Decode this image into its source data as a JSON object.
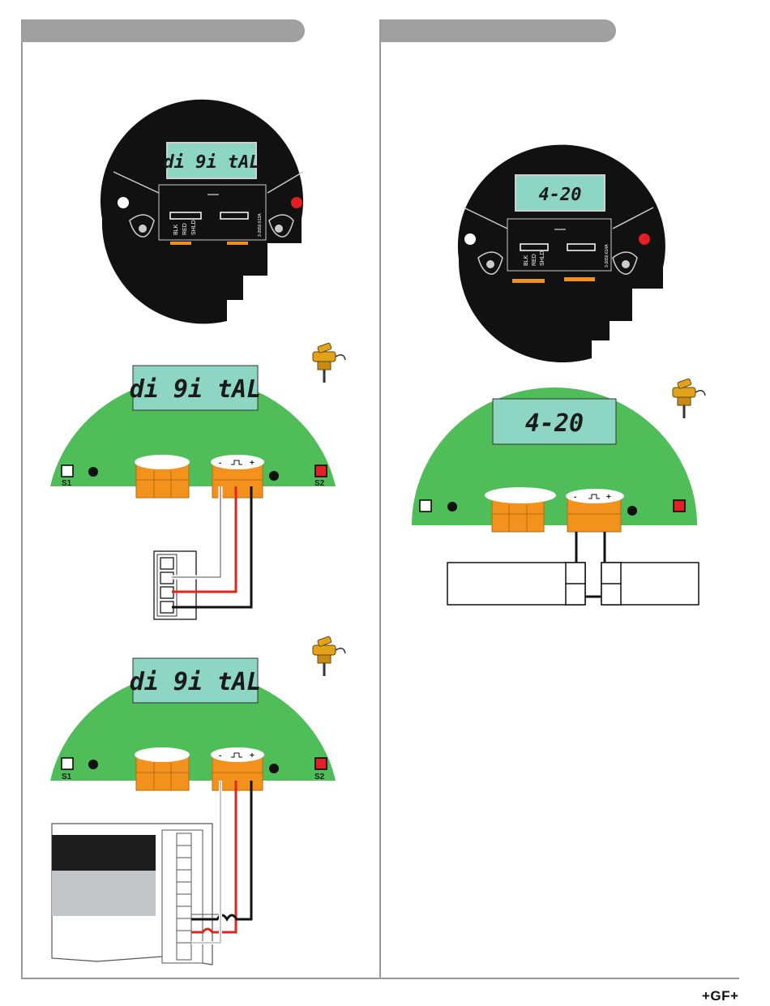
{
  "display": {
    "left_lcd": "di 9i tAL",
    "right_lcd": "4-20"
  },
  "board": {
    "s1_label": "S1",
    "s2_label": "S2",
    "minus": "-",
    "plus": "+"
  },
  "back_panel": {
    "wire_blk": "BLK",
    "wire_red": "RED",
    "wire_shld": "SHLD",
    "part_left": "3-2650.613A",
    "part_right": "3-2650.614A"
  },
  "footer": {
    "logo": "+GF+"
  },
  "colors": {
    "board_green": "#4fbd58",
    "lcd_cyan": "#8ed6c4",
    "terminal_orange": "#f2911b",
    "wire_red": "#e3241b",
    "button_red": "#e31e24",
    "header_gray": "#a0a0a0"
  }
}
